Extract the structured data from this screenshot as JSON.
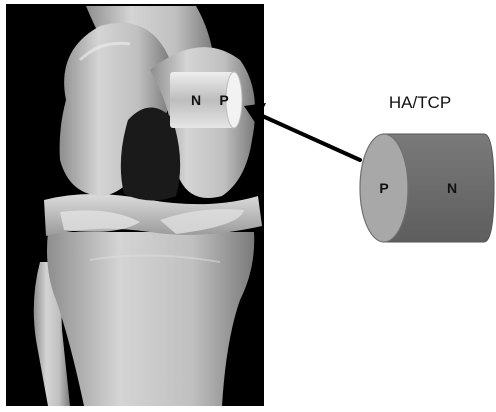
{
  "inset_labels": {
    "left": "N",
    "right": "P"
  },
  "implant": {
    "title": "HA/TCP",
    "face_label": "P",
    "body_label": "N"
  },
  "colors": {
    "photo_background": "#000000",
    "bone": "#c9c9c9",
    "inset_fill": "#d8d8d8",
    "cylinder_face": "#a8a8a8",
    "cylinder_body": "#6f6f6f",
    "arrow": "#000000"
  }
}
